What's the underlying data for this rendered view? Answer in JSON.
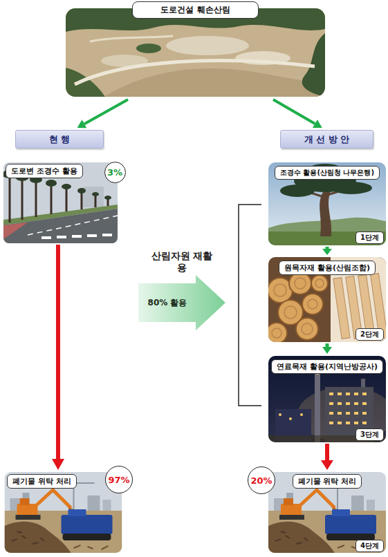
{
  "diagram": {
    "nodes": [
      {
        "text": [
          "도로건설 훼손산림"
        ]
      },
      {
        "text": [
          "현 행"
        ]
      },
      {
        "text": [
          "개 선 방 안"
        ]
      },
      {
        "text": [
          "도로변 조경수 활용"
        ]
      },
      {
        "text": [
          "3%"
        ],
        "in": 3
      },
      {
        "text": [
          "조경수 활용(산림청 나무은행)"
        ]
      },
      {
        "text": [
          "1단계"
        ],
        "in": 5
      },
      {
        "text": [
          "원목자재 활용(산림조합)"
        ]
      },
      {
        "text": [
          "2단계"
        ],
        "in": 7
      },
      {
        "text": [
          "연료목재 활용(지역난방공사)"
        ]
      },
      {
        "text": [
          "3단계"
        ],
        "in": 9
      },
      {
        "text": [
          "폐기물 위탁 처리"
        ]
      },
      {
        "text": [
          "97%"
        ],
        "in": 11
      },
      {
        "text": [
          "폐기물 위탁 처리"
        ]
      },
      {
        "text": [
          "20%"
        ],
        "in": 13
      },
      {
        "text": [
          "4단계"
        ],
        "in": 13
      }
    ],
    "edges": [
      {
        "from": 0,
        "to": 1,
        "arrow": "to"
      },
      {
        "from": 0,
        "to": 2,
        "arrow": "to"
      },
      {
        "from": 3,
        "to": 11,
        "arrow": "to"
      },
      {
        "from": 5,
        "to": 7,
        "arrow": "to"
      },
      {
        "from": 7,
        "to": 9,
        "arrow": "to"
      },
      {
        "from": 9,
        "to": 13,
        "arrow": "to"
      }
    ],
    "labels": [
      "산림자원 재활용",
      "80% 활용"
    ]
  }
}
